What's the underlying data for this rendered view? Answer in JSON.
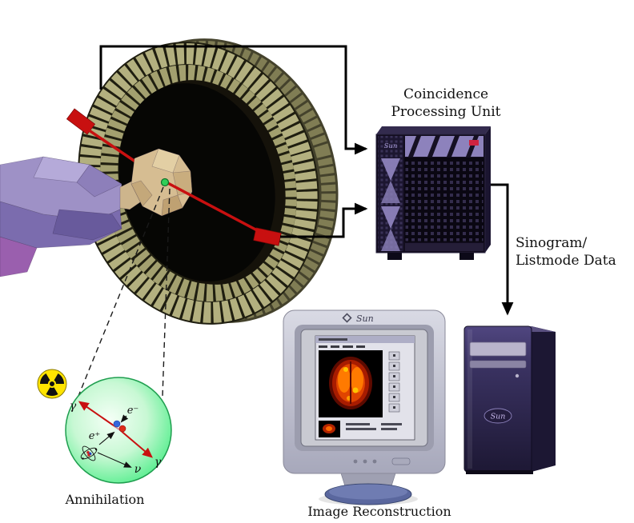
{
  "diagram": {
    "labels": {
      "coincidence_line1": "Coincidence",
      "coincidence_line2": "Processing Unit",
      "sinogram_line1": "Sinogram/",
      "sinogram_line2": "Listmode Data",
      "annihilation": "Annihilation",
      "image_reconstruction": "Image Reconstruction"
    },
    "physics": {
      "gamma_upper": "γ",
      "gamma_lower": "γ",
      "electron": "e⁻",
      "positron": "e⁺",
      "neutrino": "ν"
    },
    "branding": {
      "monitor_logo": "Sun",
      "tower_logo": "Sun",
      "server_logo": "Sun"
    },
    "colors": {
      "line_of_response_red": "#c81010",
      "annihilation_green": "#2fd96e",
      "radioactive_yellow": "#ffe400",
      "detector_block_tan": "#b3b07f",
      "server_accent_purple": "#8d82bc",
      "monitor_base_blue": "#5a679e",
      "scan_hot_orange": "#ff7a00",
      "wire_black": "#000000"
    }
  }
}
